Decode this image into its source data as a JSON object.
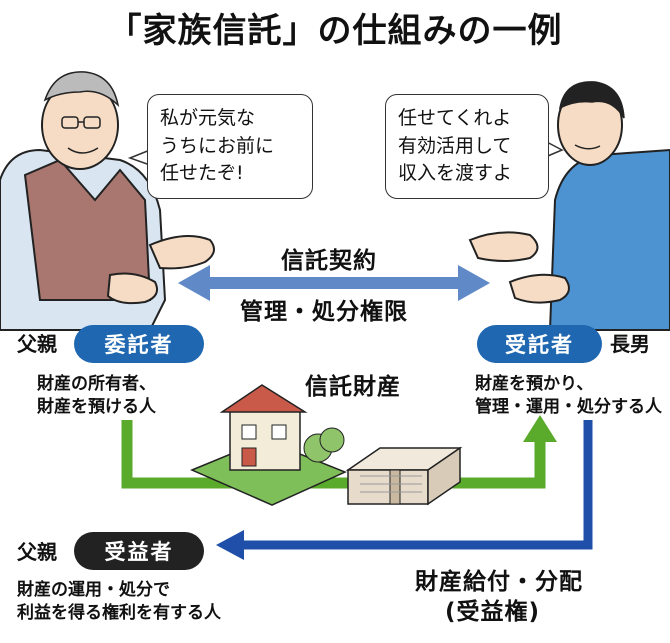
{
  "title": "「家族信託」の仕組みの一例",
  "speech": {
    "father": "私が元気な\nうちにお前に\n任せたぞ!",
    "son": "任せてくれよ\n有効活用して\n収入を渡すよ"
  },
  "contract": {
    "label": "信託契約",
    "authority": "管理・処分権限"
  },
  "settlor": {
    "relation": "父親",
    "role": "委託者",
    "description": "財産の所有者、\n財産を預ける人"
  },
  "trustee": {
    "relation": "長男",
    "role": "受託者",
    "description": "財産を預かり、\n管理・運用・処分する人"
  },
  "trust_property": {
    "label": "信託財産"
  },
  "beneficiary": {
    "relation": "父親",
    "role": "受益者",
    "description": "財産の運用・処分で\n利益を得る権利を有する人"
  },
  "distribution": {
    "label": "財産給付・分配",
    "sub": "(受益権)"
  },
  "colors": {
    "blue_pill": "#1f67b0",
    "dark_pill": "#222222",
    "green_arrow": "#5aaa2c",
    "blue_arrow": "#1f4fa8",
    "contract_arrow": "#5f89c7"
  }
}
